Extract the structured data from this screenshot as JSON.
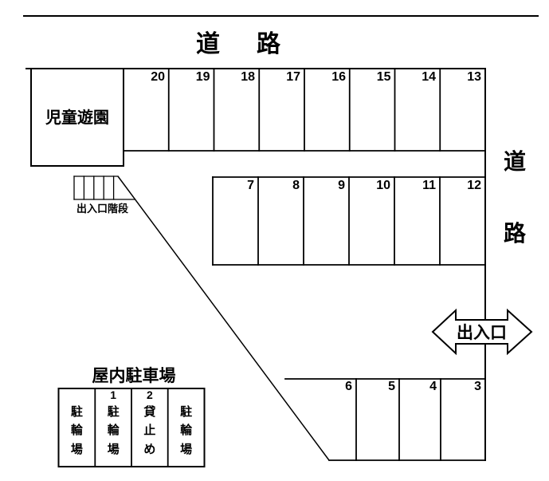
{
  "colors": {
    "background": "#ffffff",
    "line": "#000000",
    "text": "#000000"
  },
  "roads": {
    "top": {
      "char1": "道",
      "char2": "路"
    },
    "right": {
      "char1": "道",
      "char2": "路"
    }
  },
  "playground": {
    "label": "児童遊園"
  },
  "stairs": {
    "label": "出入口階段"
  },
  "entrance": {
    "label": "出入口"
  },
  "spaces": {
    "top_row": [
      "20",
      "19",
      "18",
      "17",
      "16",
      "15",
      "14",
      "13"
    ],
    "middle_row": [
      "7",
      "8",
      "9",
      "10",
      "11",
      "12"
    ],
    "bottom_row": [
      "6",
      "5",
      "4",
      "3"
    ]
  },
  "indoor_parking": {
    "title": "屋内駐車場",
    "columns": [
      {
        "number": "",
        "chars": [
          "駐",
          "輪",
          "場"
        ]
      },
      {
        "number": "1",
        "chars": [
          "駐",
          "輪",
          "場"
        ]
      },
      {
        "number": "2",
        "chars": [
          "貸",
          "止",
          "め"
        ]
      },
      {
        "number": "",
        "chars": [
          "駐",
          "輪",
          "場"
        ]
      }
    ]
  }
}
